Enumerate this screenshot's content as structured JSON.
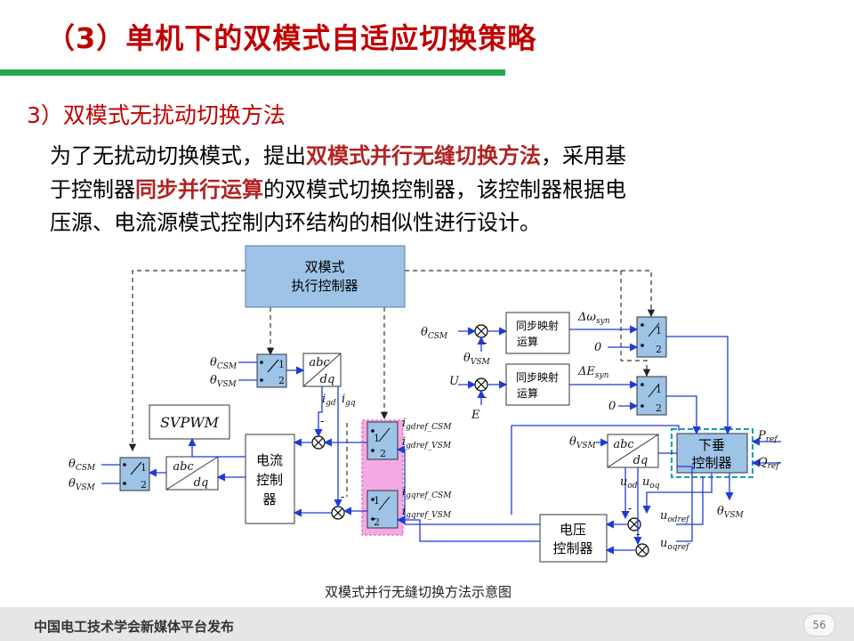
{
  "slide": {
    "title": "（3）单机下的双模式自适应切换策略",
    "subheading": "3）双模式无扰动切换方法",
    "paragraph": {
      "line1_a": "为了无扰动切换模式，提出",
      "line1_em": "双模式并行无缝切换方法",
      "line1_b": "，采用基",
      "line2_a": "于控制器",
      "line2_em": "同步并行运算",
      "line2_b": "的双模式切换控制器，该控制器根据电",
      "line3": "压源、电流源模式控制内环结构的相似性进行设计。"
    },
    "caption": "双模式并行无缝切换方法示意图",
    "footer": "中国电工技术学会新媒体平台发布",
    "page_number": "56",
    "colors": {
      "title": "#c00000",
      "accent_bar": "#22a84a",
      "emphasis": "#b22222",
      "block_fill": "#9dc3e6",
      "wire": "#1f3bd6",
      "highlight_fill": "#f4a9e4"
    }
  },
  "diagram": {
    "exec_controller": {
      "line1": "双模式",
      "line2": "执行控制器"
    },
    "svpwm": "SVPWM",
    "current_ctrl": {
      "l1": "电流",
      "l2": "控制",
      "l3": "器"
    },
    "voltage_ctrl": {
      "l1": "电压",
      "l2": "控制器"
    },
    "droop_ctrl": {
      "l1": "下垂",
      "l2": "控制器"
    },
    "sync_map_1": {
      "l1": "同步映射",
      "l2": "运算"
    },
    "sync_map_2": {
      "l1": "同步映射",
      "l2": "运算"
    },
    "abc": "abc",
    "dq": "dq",
    "sw1": "1",
    "sw2": "2",
    "theta": "θ",
    "sub_csm": "CSM",
    "sub_vsm": "VSM",
    "minus": "-",
    "i_gd": "i",
    "sub_gd": "gd",
    "i_gq": "i",
    "sub_gq": "gq",
    "i": "i",
    "sub_gdref_csm": "gdref_CSM",
    "sub_gdref_vsm": "gdref_VSM",
    "sub_gqref_csm": "gqref_CSM",
    "sub_gqref_vsm": "gqref_VSM",
    "u": "u",
    "sub_od": "od",
    "sub_oq": "oq",
    "sub_odref": "odref",
    "sub_oqref": "oqref",
    "U": "U",
    "E": "E",
    "d_omega": "Δω",
    "sub_syn": "syn",
    "d_E": "ΔE",
    "zero": "0",
    "P": "P",
    "Q": "Q",
    "sub_ref": "ref"
  }
}
